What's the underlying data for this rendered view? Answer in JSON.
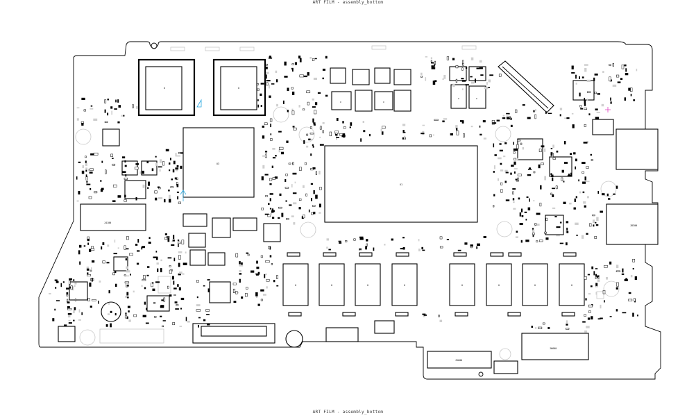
{
  "header": {
    "title": "ART FILM - assembly_bottom"
  },
  "footer": {
    "title": "ART FILM - assembly_bottom"
  },
  "colors": {
    "outline": "#000000",
    "silk_grey": "#c8c8c8",
    "marker_cyan": "#29a8e0",
    "marker_magenta": "#e040c0"
  },
  "labels": {
    "cpu_main": "U1",
    "chip_left": "U3",
    "bga_left_1": "U",
    "bga_left_2": "U",
    "conn_left": "J4100",
    "conn_bottom_right": "J6600",
    "conn_right": "J8300",
    "conn_bottom_mid": "J5600"
  },
  "ram_chips": [
    "U",
    "U",
    "U",
    "U",
    "U",
    "U",
    "U",
    "U"
  ]
}
